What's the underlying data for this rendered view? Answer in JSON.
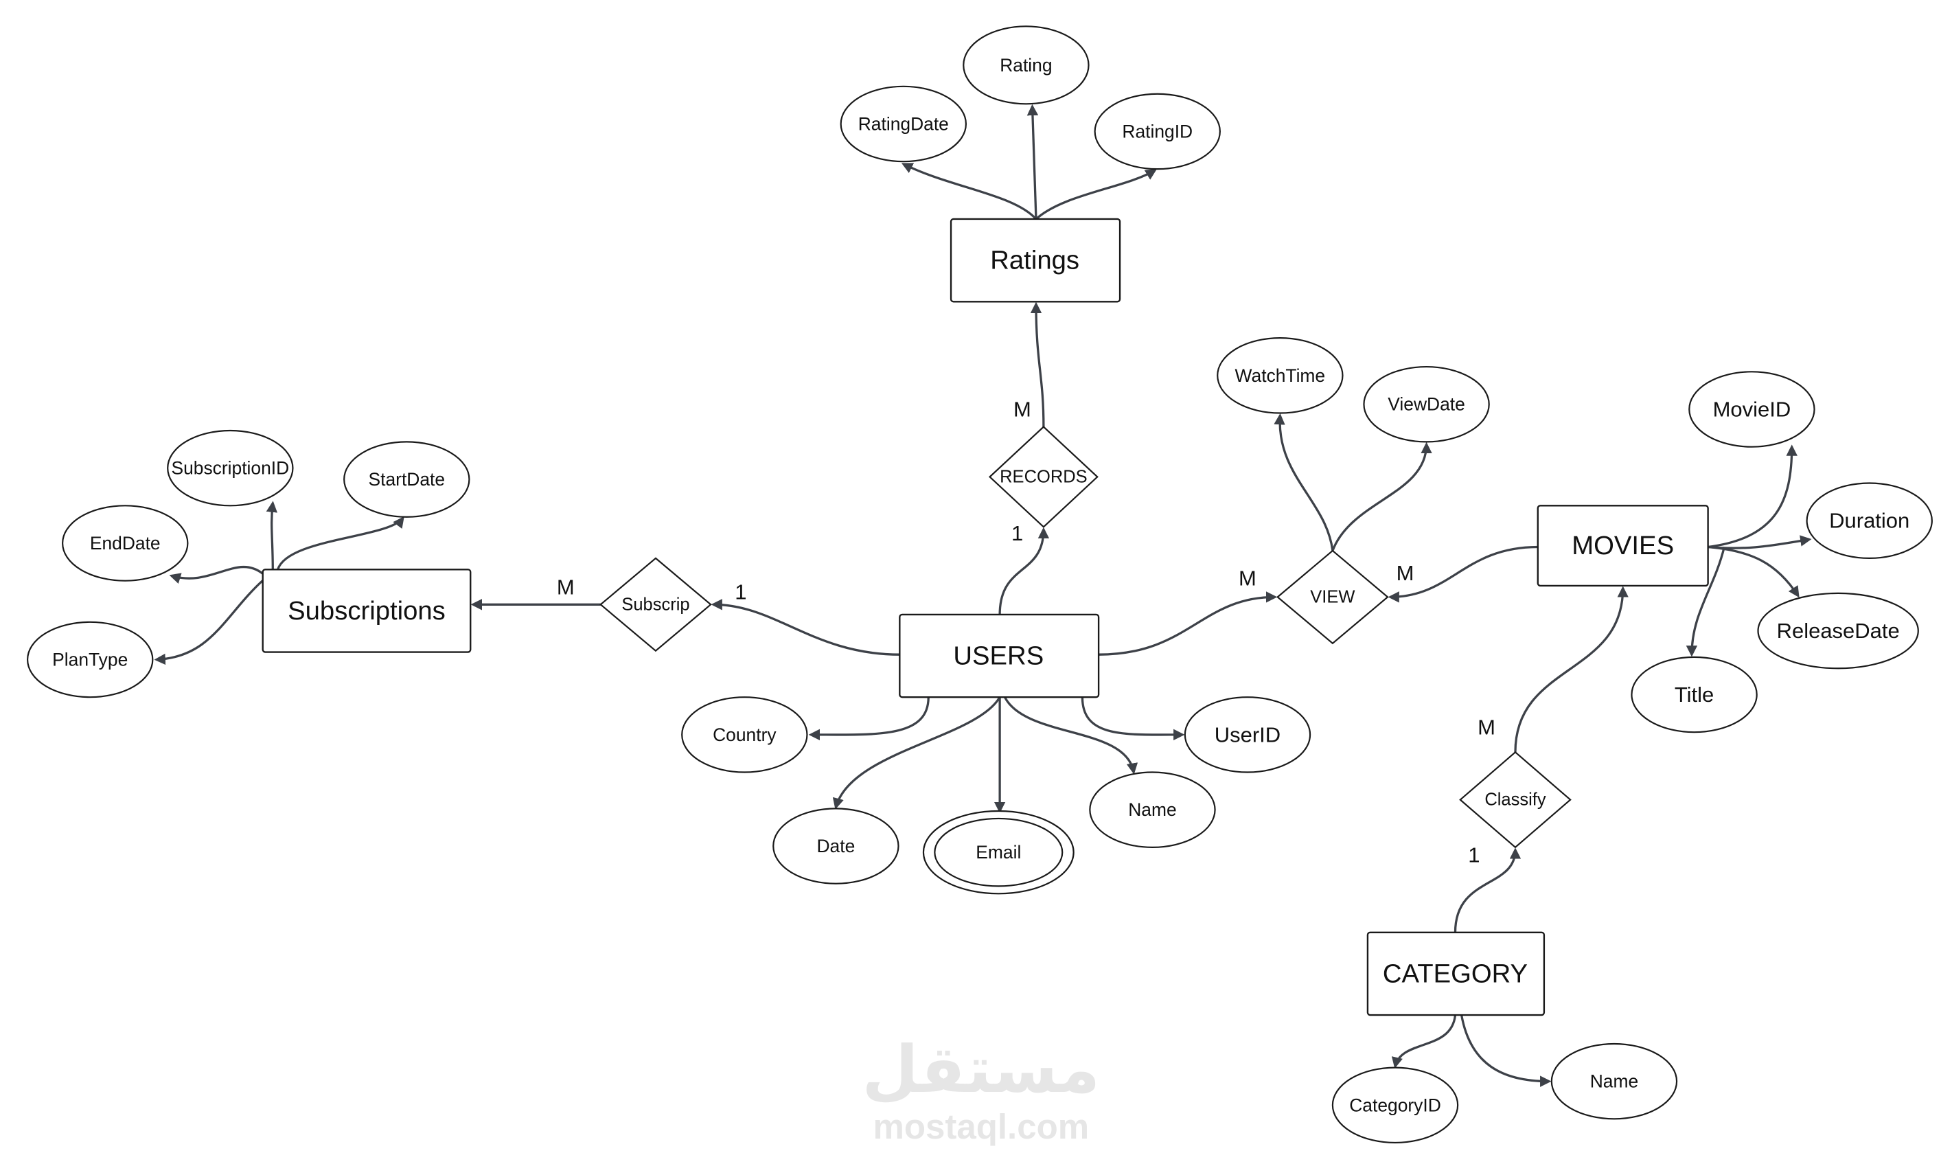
{
  "entities": {
    "ratings": "Ratings",
    "subscriptions": "Subscriptions",
    "users": "USERS",
    "movies": "MOVIES",
    "category": "CATEGORY"
  },
  "relationships": {
    "records": "RECORDS",
    "subscrip": "Subscrip",
    "view": "VIEW",
    "classify": "Classify"
  },
  "attributes": {
    "ratings": [
      "Rating",
      "RatingDate",
      "RatingID"
    ],
    "view": [
      "WatchTime",
      "ViewDate"
    ],
    "movies": [
      "MovieID",
      "Duration",
      "ReleaseDate",
      "Title"
    ],
    "subscriptions": [
      "SubscriptionID",
      "StartDate",
      "EndDate",
      "PlanType"
    ],
    "users": [
      "Country",
      "UserID",
      "Date",
      "Email",
      "Name"
    ],
    "category": [
      "CategoryID",
      "Name"
    ]
  },
  "cardinalities": {
    "records_ratings": "M",
    "records_users": "1",
    "subscrip_subscriptions": "M",
    "subscrip_users": "1",
    "view_users": "M",
    "view_movies": "M",
    "classify_movies": "M",
    "classify_category": "1"
  },
  "watermark": {
    "logo_arabic": "مستقل",
    "site": "mostaql.com"
  },
  "colors": {
    "edge": "#3d4148",
    "outline": "#1a1a1a",
    "watermark": "#e6e6e6"
  }
}
